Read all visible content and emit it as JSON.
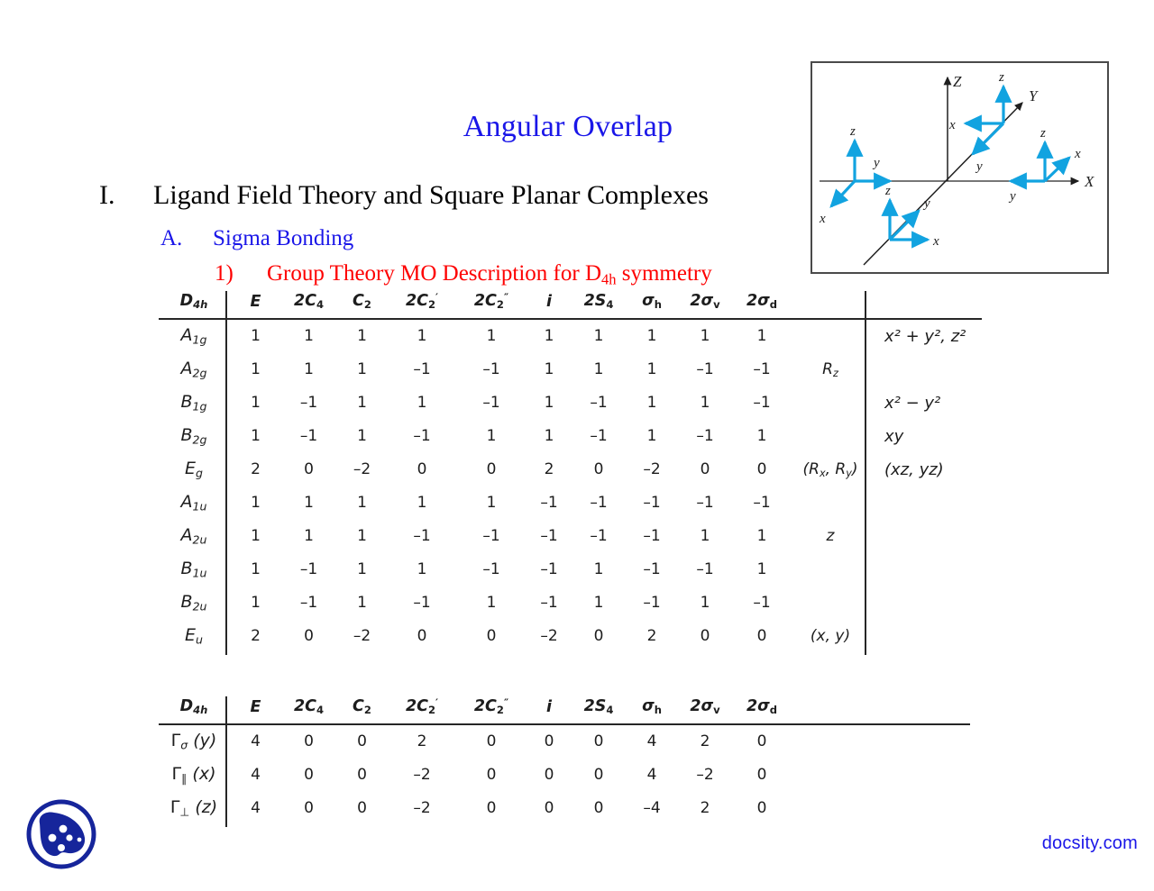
{
  "slide": {
    "title": "Angular Overlap",
    "outline": [
      {
        "number": "I.",
        "text": "Ligand Field Theory and Square Planar Complexes",
        "color": "#000000"
      },
      {
        "number": "A.",
        "text": "Sigma Bonding",
        "color": "#1a16e8"
      },
      {
        "number": "1)",
        "text": "Group Theory MO Description for D4h symmetry",
        "color": "#fe0000"
      }
    ],
    "heading3_parts": {
      "pre": "Group Theory MO Description for D",
      "sub": "4h",
      "post": " symmetry"
    }
  },
  "colors": {
    "title_blue": "#1a16e8",
    "heading_red": "#fe0000",
    "arrow_cyan": "#12a3e0",
    "rule": "#262626",
    "brand_blue": "#1a16e8"
  },
  "character_table": {
    "type": "table",
    "point_group": "D4h",
    "point_group_parts": {
      "base": "D",
      "sub": "4h"
    },
    "columns": [
      {
        "label": "E",
        "parts": {
          "base": "E",
          "sub": "",
          "prime": ""
        }
      },
      {
        "label": "2C4",
        "parts": {
          "base": "2C",
          "sub": "4",
          "prime": ""
        }
      },
      {
        "label": "C2",
        "parts": {
          "base": "C",
          "sub": "2",
          "prime": ""
        }
      },
      {
        "label": "2C2'",
        "parts": {
          "base": "2C",
          "sub": "2",
          "prime": "′"
        }
      },
      {
        "label": "2C2\"",
        "parts": {
          "base": "2C",
          "sub": "2",
          "prime": "″"
        }
      },
      {
        "label": "i",
        "parts": {
          "base": "i",
          "sub": "",
          "prime": ""
        }
      },
      {
        "label": "2S4",
        "parts": {
          "base": "2S",
          "sub": "4",
          "prime": ""
        }
      },
      {
        "label": "σh",
        "parts": {
          "base": "σ",
          "sub": "h",
          "prime": ""
        }
      },
      {
        "label": "2σv",
        "parts": {
          "base": "2σ",
          "sub": "v",
          "prime": ""
        }
      },
      {
        "label": "2σd",
        "parts": {
          "base": "2σ",
          "sub": "d",
          "prime": ""
        }
      }
    ],
    "rows": [
      {
        "label": "A1g",
        "base": "A",
        "sub": "1g",
        "chars": [
          "1",
          "1",
          "1",
          "1",
          "1",
          "1",
          "1",
          "1",
          "1",
          "1"
        ],
        "linear": "",
        "quadratic": "x² + y², z²"
      },
      {
        "label": "A2g",
        "base": "A",
        "sub": "2g",
        "chars": [
          "1",
          "1",
          "1",
          "–1",
          "–1",
          "1",
          "1",
          "1",
          "–1",
          "–1"
        ],
        "linear": "Rz",
        "quadratic": ""
      },
      {
        "label": "B1g",
        "base": "B",
        "sub": "1g",
        "chars": [
          "1",
          "–1",
          "1",
          "1",
          "–1",
          "1",
          "–1",
          "1",
          "1",
          "–1"
        ],
        "linear": "",
        "quadratic": "x² − y²"
      },
      {
        "label": "B2g",
        "base": "B",
        "sub": "2g",
        "chars": [
          "1",
          "–1",
          "1",
          "–1",
          "1",
          "1",
          "–1",
          "1",
          "–1",
          "1"
        ],
        "linear": "",
        "quadratic": "xy"
      },
      {
        "label": "Eg",
        "base": "E",
        "sub": "g",
        "chars": [
          "2",
          "0",
          "–2",
          "0",
          "0",
          "2",
          "0",
          "–2",
          "0",
          "0"
        ],
        "linear": "(Rx, Ry)",
        "quadratic": "(xz, yz)"
      },
      {
        "label": "A1u",
        "base": "A",
        "sub": "1u",
        "chars": [
          "1",
          "1",
          "1",
          "1",
          "1",
          "–1",
          "–1",
          "–1",
          "–1",
          "–1"
        ],
        "linear": "",
        "quadratic": ""
      },
      {
        "label": "A2u",
        "base": "A",
        "sub": "2u",
        "chars": [
          "1",
          "1",
          "1",
          "–1",
          "–1",
          "–1",
          "–1",
          "–1",
          "1",
          "1"
        ],
        "linear": "z",
        "quadratic": ""
      },
      {
        "label": "B1u",
        "base": "B",
        "sub": "1u",
        "chars": [
          "1",
          "–1",
          "1",
          "1",
          "–1",
          "–1",
          "1",
          "–1",
          "–1",
          "1"
        ],
        "linear": "",
        "quadratic": ""
      },
      {
        "label": "B2u",
        "base": "B",
        "sub": "2u",
        "chars": [
          "1",
          "–1",
          "1",
          "–1",
          "1",
          "–1",
          "1",
          "–1",
          "1",
          "–1"
        ],
        "linear": "",
        "quadratic": ""
      },
      {
        "label": "Eu",
        "base": "E",
        "sub": "u",
        "chars": [
          "2",
          "0",
          "–2",
          "0",
          "0",
          "–2",
          "0",
          "2",
          "0",
          "0"
        ],
        "linear": "(x, y)",
        "quadratic": ""
      }
    ]
  },
  "reducible_table": {
    "type": "table",
    "point_group": "D4h",
    "point_group_parts": {
      "base": "D",
      "sub": "4h"
    },
    "columns": [
      {
        "label": "E",
        "parts": {
          "base": "E",
          "sub": "",
          "prime": ""
        }
      },
      {
        "label": "2C4",
        "parts": {
          "base": "2C",
          "sub": "4",
          "prime": ""
        }
      },
      {
        "label": "C2",
        "parts": {
          "base": "C",
          "sub": "2",
          "prime": ""
        }
      },
      {
        "label": "2C2'",
        "parts": {
          "base": "2C",
          "sub": "2",
          "prime": "′"
        }
      },
      {
        "label": "2C2\"",
        "parts": {
          "base": "2C",
          "sub": "2",
          "prime": "″"
        }
      },
      {
        "label": "i",
        "parts": {
          "base": "i",
          "sub": "",
          "prime": ""
        }
      },
      {
        "label": "2S4",
        "parts": {
          "base": "2S",
          "sub": "4",
          "prime": ""
        }
      },
      {
        "label": "σh",
        "parts": {
          "base": "σ",
          "sub": "h",
          "prime": ""
        }
      },
      {
        "label": "2σv",
        "parts": {
          "base": "2σ",
          "sub": "v",
          "prime": ""
        }
      },
      {
        "label": "2σd",
        "parts": {
          "base": "2σ",
          "sub": "d",
          "prime": ""
        }
      }
    ],
    "rows": [
      {
        "label": "Γσ (y)",
        "base": "Γ",
        "sub": "σ",
        "arg": "(y)",
        "chars": [
          "4",
          "0",
          "0",
          "2",
          "0",
          "0",
          "0",
          "4",
          "2",
          "0"
        ]
      },
      {
        "label": "Γ∥ (x)",
        "base": "Γ",
        "sub": "∥",
        "arg": "(x)",
        "chars": [
          "4",
          "0",
          "0",
          "–2",
          "0",
          "0",
          "0",
          "4",
          "–2",
          "0"
        ]
      },
      {
        "label": "Γ⊥ (z)",
        "base": "Γ",
        "sub": "⊥",
        "arg": "(z)",
        "chars": [
          "4",
          "0",
          "0",
          "–2",
          "0",
          "0",
          "0",
          "–4",
          "2",
          "0"
        ]
      }
    ]
  },
  "diagram": {
    "caption": "",
    "global_axes": [
      {
        "name": "Z",
        "label": "Z"
      },
      {
        "name": "Y",
        "label": "Y"
      },
      {
        "name": "X",
        "label": "X"
      }
    ],
    "ligand_sites": [
      {
        "id": "left",
        "labels": [
          "z",
          "y",
          "x"
        ]
      },
      {
        "id": "top",
        "labels": [
          "z",
          "x",
          "y"
        ]
      },
      {
        "id": "right",
        "labels": [
          "z",
          "x",
          "y"
        ]
      },
      {
        "id": "front",
        "labels": [
          "z",
          "y",
          "x"
        ]
      }
    ]
  },
  "footer": {
    "brand": "docsity.com",
    "logo_name": "docsity-logo"
  }
}
